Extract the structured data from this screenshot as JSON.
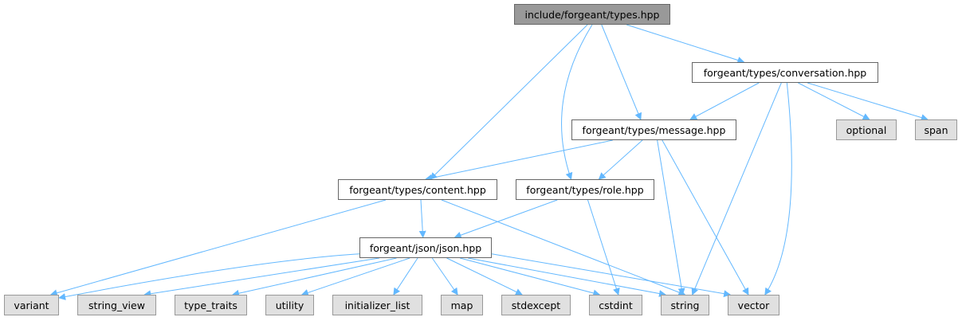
{
  "diagram": {
    "type": "include-dependency-graph",
    "edge_color": "#63b8ff",
    "colors": {
      "root_fill": "#999999",
      "file_fill": "#ffffff",
      "system_fill": "#e0e0e0",
      "border": "#666666"
    },
    "nodes": [
      {
        "id": "types",
        "label": "include/forgeant/types.hpp",
        "kind": "root"
      },
      {
        "id": "conversation",
        "label": "forgeant/types/conversation.hpp",
        "kind": "file"
      },
      {
        "id": "message",
        "label": "forgeant/types/message.hpp",
        "kind": "file"
      },
      {
        "id": "optional",
        "label": "optional",
        "kind": "sys"
      },
      {
        "id": "span",
        "label": "span",
        "kind": "sys"
      },
      {
        "id": "content",
        "label": "forgeant/types/content.hpp",
        "kind": "file"
      },
      {
        "id": "role",
        "label": "forgeant/types/role.hpp",
        "kind": "file"
      },
      {
        "id": "json",
        "label": "forgeant/json/json.hpp",
        "kind": "file"
      },
      {
        "id": "variant",
        "label": "variant",
        "kind": "sys"
      },
      {
        "id": "string_view",
        "label": "string_view",
        "kind": "sys"
      },
      {
        "id": "type_traits",
        "label": "type_traits",
        "kind": "sys"
      },
      {
        "id": "utility",
        "label": "utility",
        "kind": "sys"
      },
      {
        "id": "initializer_list",
        "label": "initializer_list",
        "kind": "sys"
      },
      {
        "id": "map",
        "label": "map",
        "kind": "sys"
      },
      {
        "id": "stdexcept",
        "label": "stdexcept",
        "kind": "sys"
      },
      {
        "id": "cstdint",
        "label": "cstdint",
        "kind": "sys"
      },
      {
        "id": "string",
        "label": "string",
        "kind": "sys"
      },
      {
        "id": "vector",
        "label": "vector",
        "kind": "sys"
      }
    ],
    "edges": [
      [
        "types",
        "conversation"
      ],
      [
        "types",
        "message"
      ],
      [
        "types",
        "content"
      ],
      [
        "types",
        "role"
      ],
      [
        "conversation",
        "message"
      ],
      [
        "conversation",
        "optional"
      ],
      [
        "conversation",
        "span"
      ],
      [
        "conversation",
        "string"
      ],
      [
        "conversation",
        "vector"
      ],
      [
        "message",
        "content"
      ],
      [
        "message",
        "role"
      ],
      [
        "message",
        "string"
      ],
      [
        "message",
        "vector"
      ],
      [
        "content",
        "json"
      ],
      [
        "content",
        "variant"
      ],
      [
        "content",
        "string"
      ],
      [
        "role",
        "json"
      ],
      [
        "role",
        "cstdint"
      ],
      [
        "json",
        "variant"
      ],
      [
        "json",
        "string_view"
      ],
      [
        "json",
        "type_traits"
      ],
      [
        "json",
        "utility"
      ],
      [
        "json",
        "initializer_list"
      ],
      [
        "json",
        "map"
      ],
      [
        "json",
        "stdexcept"
      ],
      [
        "json",
        "cstdint"
      ],
      [
        "json",
        "string"
      ],
      [
        "json",
        "vector"
      ]
    ]
  }
}
